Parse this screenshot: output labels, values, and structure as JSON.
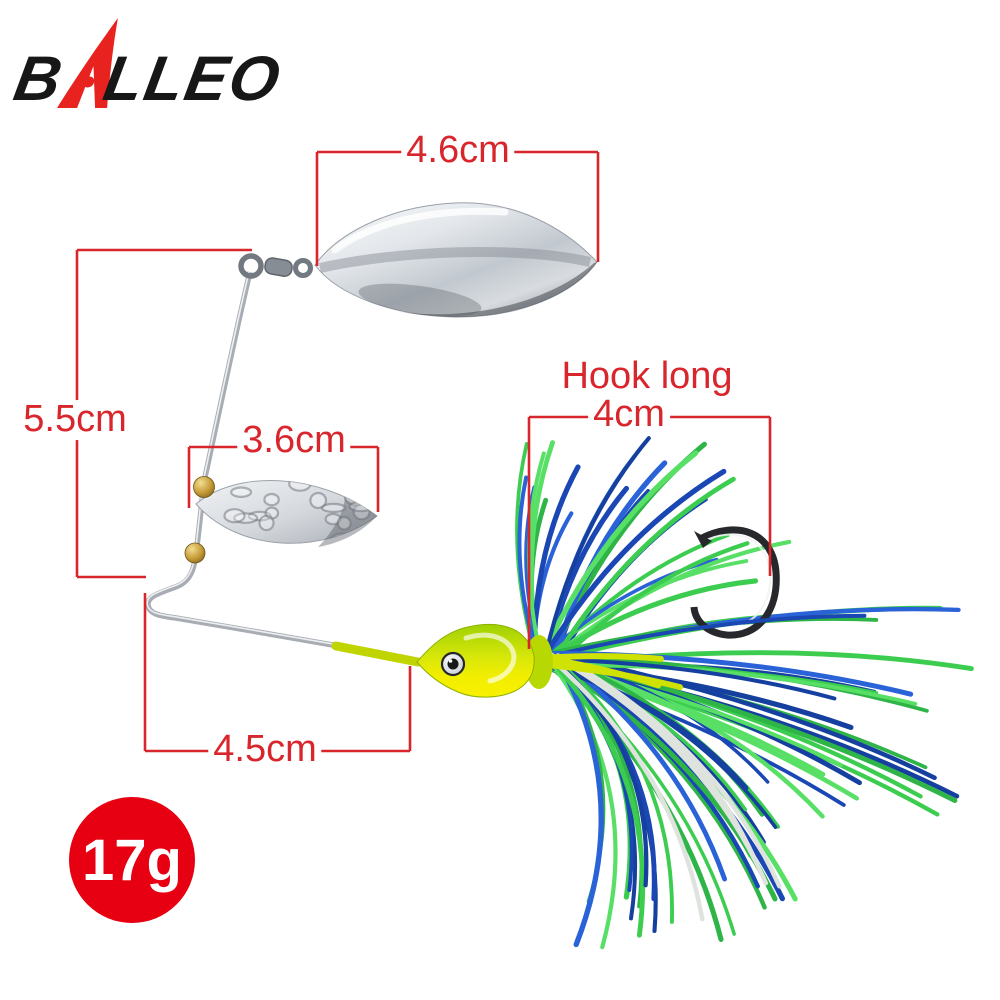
{
  "page": {
    "background": "#ffffff"
  },
  "brand": {
    "name": "BALLEO",
    "logo_prefix": "B",
    "logo_suffix": "LLEO",
    "logo_text_color": "#171717",
    "logo_mark_color": "#e8221f"
  },
  "annotations": {
    "line_color": "#d8262c",
    "text_color": "#d8262c",
    "blade_large_width_label": "4.6cm",
    "upper_arm_label": "5.5cm",
    "blade_small_width_label": "3.6cm",
    "lower_arm_label": "4.5cm",
    "hook_label_line1": "Hook long",
    "hook_label_line2": "4cm"
  },
  "badge": {
    "weight_label": "17g",
    "bg_color": "#e60012",
    "text_color": "#ffffff"
  },
  "lure": {
    "head_gradient": [
      "#9fd103",
      "#d8e70a",
      "#f2ee00",
      "#f8f000"
    ],
    "skirt": {
      "blues": [
        "#1a47b4",
        "#2a62d8",
        "#1640a0"
      ],
      "greens": [
        "#3ccd50",
        "#58e066",
        "#2fb447"
      ],
      "white": "#dfe3de",
      "chartreuse": "#cfe202"
    },
    "bead_color": "#c9a24a",
    "hook_color": "#26282b",
    "wire_color": "#a8adb4"
  }
}
